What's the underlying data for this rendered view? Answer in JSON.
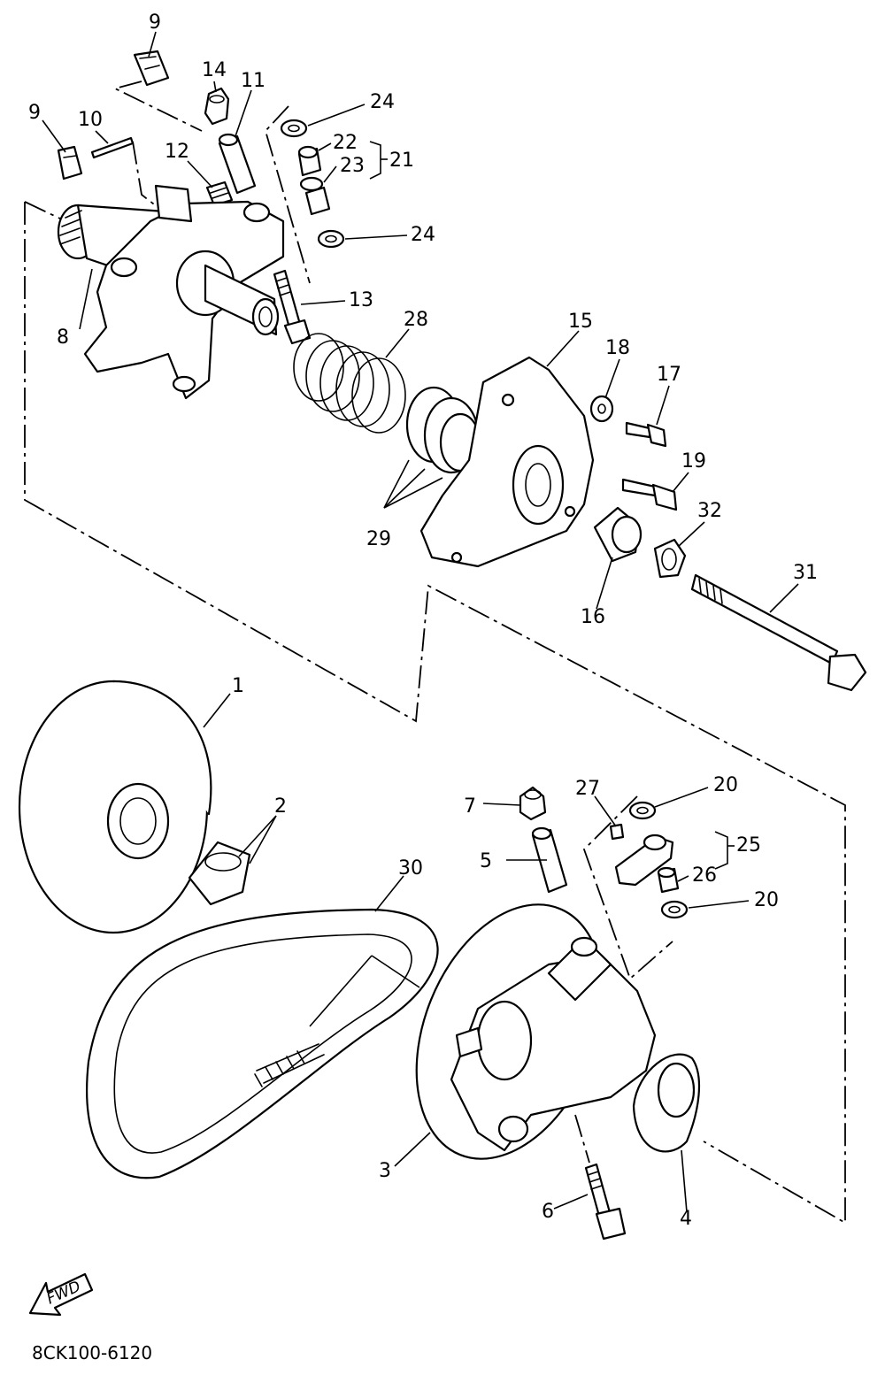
{
  "diagram_code": "8CK100-6120",
  "fwd_label": "FWD",
  "callouts": {
    "c1": "1",
    "c2": "2",
    "c3": "3",
    "c4": "4",
    "c5": "5",
    "c6": "6",
    "c7": "7",
    "c8": "8",
    "c9a": "9",
    "c9b": "9",
    "c10": "10",
    "c11": "11",
    "c12": "12",
    "c13": "13",
    "c14": "14",
    "c15": "15",
    "c16": "16",
    "c17": "17",
    "c18": "18",
    "c19": "19",
    "c20a": "20",
    "c20b": "20",
    "c21": "21",
    "c22": "22",
    "c23": "23",
    "c24a": "24",
    "c24b": "24",
    "c25": "25",
    "c26": "26",
    "c27": "27",
    "c28": "28",
    "c29": "29",
    "c30": "30",
    "c31": "31",
    "c32": "32"
  }
}
